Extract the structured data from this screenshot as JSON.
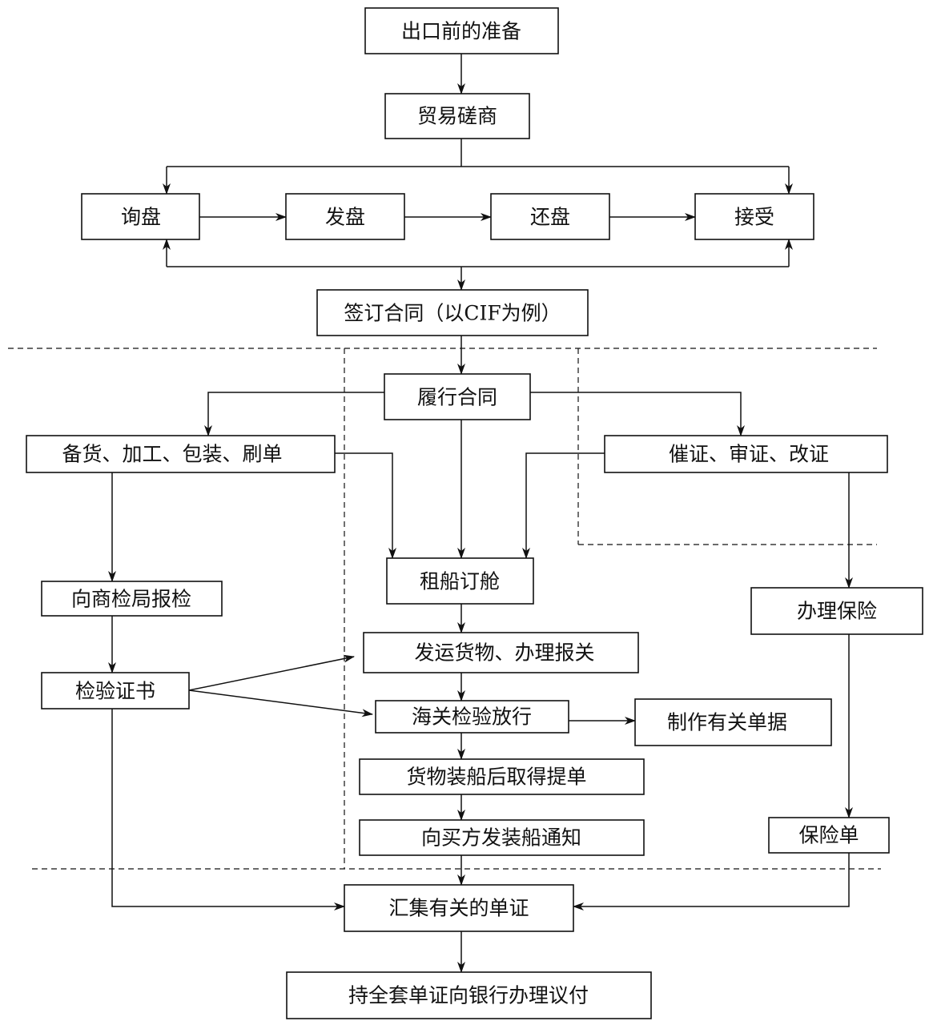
{
  "nodes": {
    "prep": "出口前的准备",
    "negotiation": "贸易磋商",
    "inquiry": "询盘",
    "offer": "发盘",
    "counter_offer": "还盘",
    "acceptance": "接受",
    "sign_contract": "签订合同（以CIF为例）",
    "perform_contract": "履行合同",
    "prepare_goods": "备货、加工、包装、刷单",
    "lc_handling": "催证、审证、改证",
    "charter_ship": "租船订舱",
    "inspection_apply": "向商检局报检",
    "insurance": "办理保险",
    "ship_customs": "发运货物、办理报关",
    "inspection_cert": "检验证书",
    "customs_release": "海关检验放行",
    "make_docs": "制作有关单据",
    "bill_of_lading": "货物装船后取得提单",
    "shipping_notice": "向买方发装船通知",
    "insurance_policy": "保险单",
    "collect_docs": "汇集有关的单证",
    "bank_negotiation": "持全套单证向银行办理议付"
  }
}
